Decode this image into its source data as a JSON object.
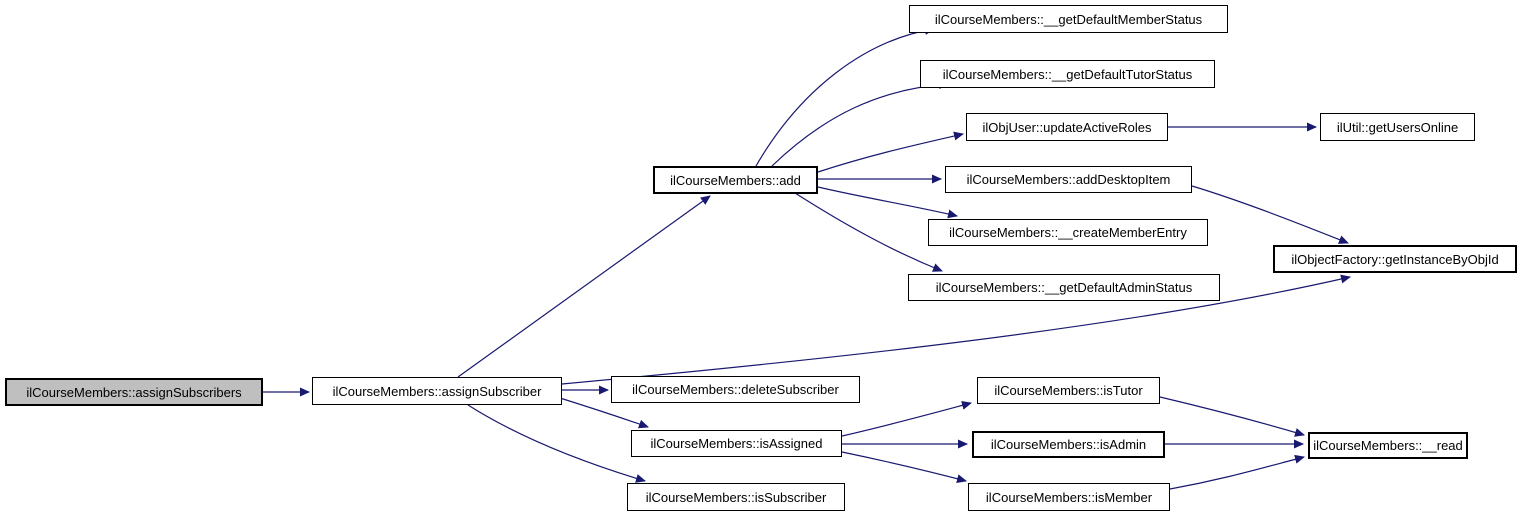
{
  "diagram": {
    "type": "call-graph",
    "root_function": "ilCourseMembers::assignSubscribers",
    "colors": {
      "background": "#ffffff",
      "edge": "#191970",
      "node_border": "#000000",
      "node_fill": "#ffffff",
      "root_node_fill": "#bfbfbf",
      "text": "#000000"
    },
    "nodes": [
      {
        "id": "assignSubscribers",
        "label": "ilCourseMembers::assignSubscribers"
      },
      {
        "id": "assignSubscriber",
        "label": "ilCourseMembers::assignSubscriber"
      },
      {
        "id": "add",
        "label": "ilCourseMembers::add"
      },
      {
        "id": "__getDefaultMemberStatus",
        "label": "ilCourseMembers::__getDefaultMemberStatus"
      },
      {
        "id": "__getDefaultTutorStatus",
        "label": "ilCourseMembers::__getDefaultTutorStatus"
      },
      {
        "id": "updateActiveRoles",
        "label": "ilObjUser::updateActiveRoles"
      },
      {
        "id": "getUsersOnline",
        "label": "ilUtil::getUsersOnline"
      },
      {
        "id": "addDesktopItem",
        "label": "ilCourseMembers::addDesktopItem"
      },
      {
        "id": "__createMemberEntry",
        "label": "ilCourseMembers::__createMemberEntry"
      },
      {
        "id": "__getDefaultAdminStatus",
        "label": "ilCourseMembers::__getDefaultAdminStatus"
      },
      {
        "id": "getInstanceByObjId",
        "label": "ilObjectFactory::getInstanceByObjId"
      },
      {
        "id": "deleteSubscriber",
        "label": "ilCourseMembers::deleteSubscriber"
      },
      {
        "id": "isAssigned",
        "label": "ilCourseMembers::isAssigned"
      },
      {
        "id": "isSubscriber",
        "label": "ilCourseMembers::isSubscriber"
      },
      {
        "id": "isTutor",
        "label": "ilCourseMembers::isTutor"
      },
      {
        "id": "isAdmin",
        "label": "ilCourseMembers::isAdmin"
      },
      {
        "id": "isMember",
        "label": "ilCourseMembers::isMember"
      },
      {
        "id": "__read",
        "label": "ilCourseMembers::__read"
      }
    ],
    "edges": [
      {
        "from": "assignSubscribers",
        "to": "assignSubscriber"
      },
      {
        "from": "assignSubscriber",
        "to": "add"
      },
      {
        "from": "assignSubscriber",
        "to": "deleteSubscriber"
      },
      {
        "from": "assignSubscriber",
        "to": "isAssigned"
      },
      {
        "from": "assignSubscriber",
        "to": "isSubscriber"
      },
      {
        "from": "assignSubscriber",
        "to": "getInstanceByObjId"
      },
      {
        "from": "add",
        "to": "__getDefaultMemberStatus"
      },
      {
        "from": "add",
        "to": "__getDefaultTutorStatus"
      },
      {
        "from": "add",
        "to": "updateActiveRoles"
      },
      {
        "from": "add",
        "to": "addDesktopItem"
      },
      {
        "from": "add",
        "to": "__createMemberEntry"
      },
      {
        "from": "add",
        "to": "__getDefaultAdminStatus"
      },
      {
        "from": "updateActiveRoles",
        "to": "getUsersOnline"
      },
      {
        "from": "addDesktopItem",
        "to": "getInstanceByObjId"
      },
      {
        "from": "isAssigned",
        "to": "isTutor"
      },
      {
        "from": "isAssigned",
        "to": "isAdmin"
      },
      {
        "from": "isAssigned",
        "to": "isMember"
      },
      {
        "from": "isTutor",
        "to": "__read"
      },
      {
        "from": "isAdmin",
        "to": "__read"
      },
      {
        "from": "isMember",
        "to": "__read"
      }
    ]
  }
}
